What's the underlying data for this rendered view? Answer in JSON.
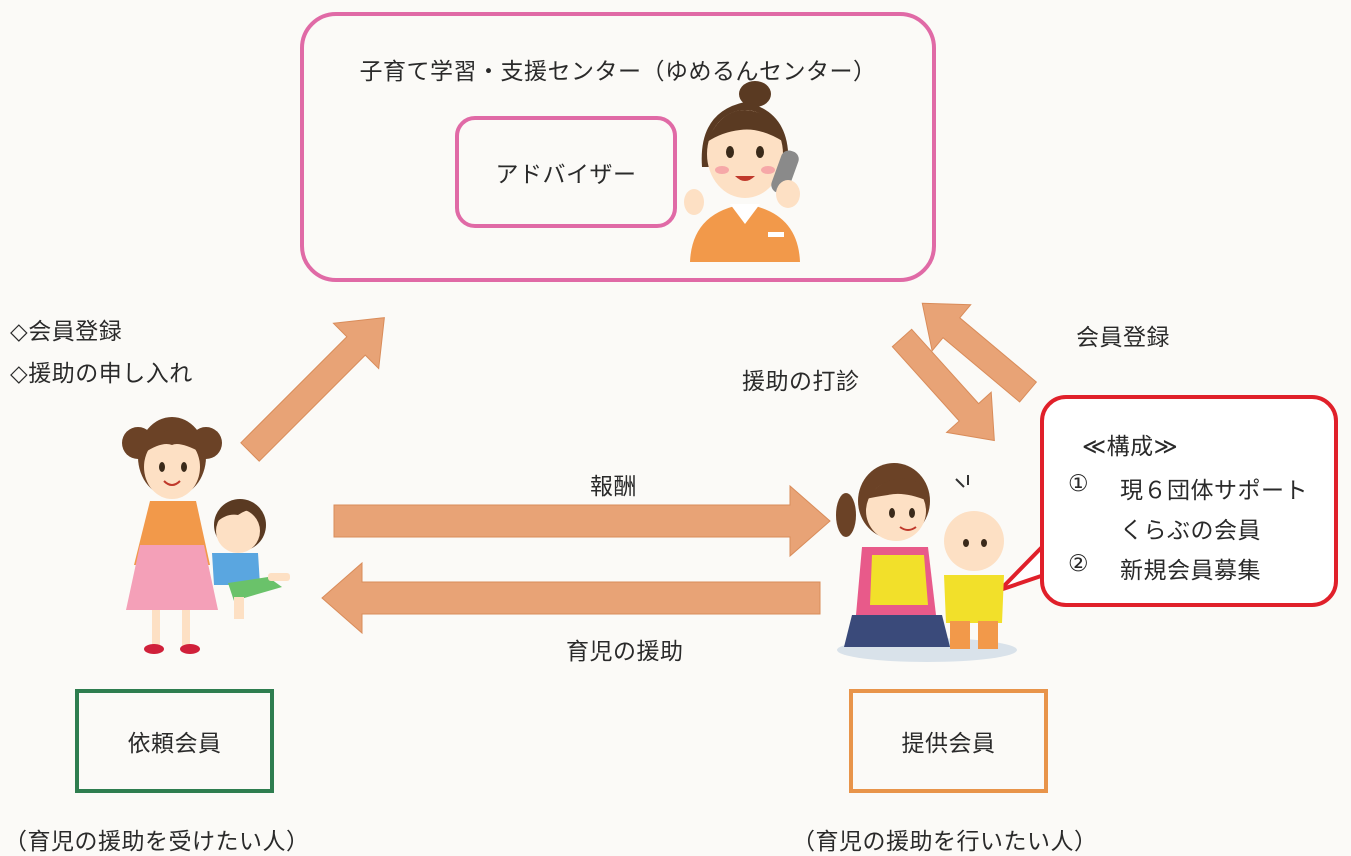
{
  "center": {
    "title": "子育て学習・支援センター（ゆめるんセンター）",
    "advisor": "アドバイザー"
  },
  "left_notes": {
    "line1": "◇会員登録",
    "line2": "◇援助の申し入れ"
  },
  "right_labels": {
    "register": "会員登録",
    "sounding": "援助の打診"
  },
  "flows": {
    "reward": "報酬",
    "childcare_help": "育児の援助"
  },
  "structure": {
    "heading": "≪構成≫",
    "item1_num": "①",
    "item1_line1": "現６団体サポート",
    "item1_line2": "くらぶの会員",
    "item2_num": "②",
    "item2_line1": "新規会員募集"
  },
  "members": {
    "client": "依頼会員",
    "client_desc": "（育児の援助を受けたい人）",
    "provider": "提供会員",
    "provider_desc": "（育児の援助を行いたい人）"
  },
  "colors": {
    "arrow": "#e8a376",
    "center_border": "#e06aa6",
    "client_border": "#2e7d4f",
    "provider_border": "#e8944a",
    "structure_border": "#e0202a"
  }
}
